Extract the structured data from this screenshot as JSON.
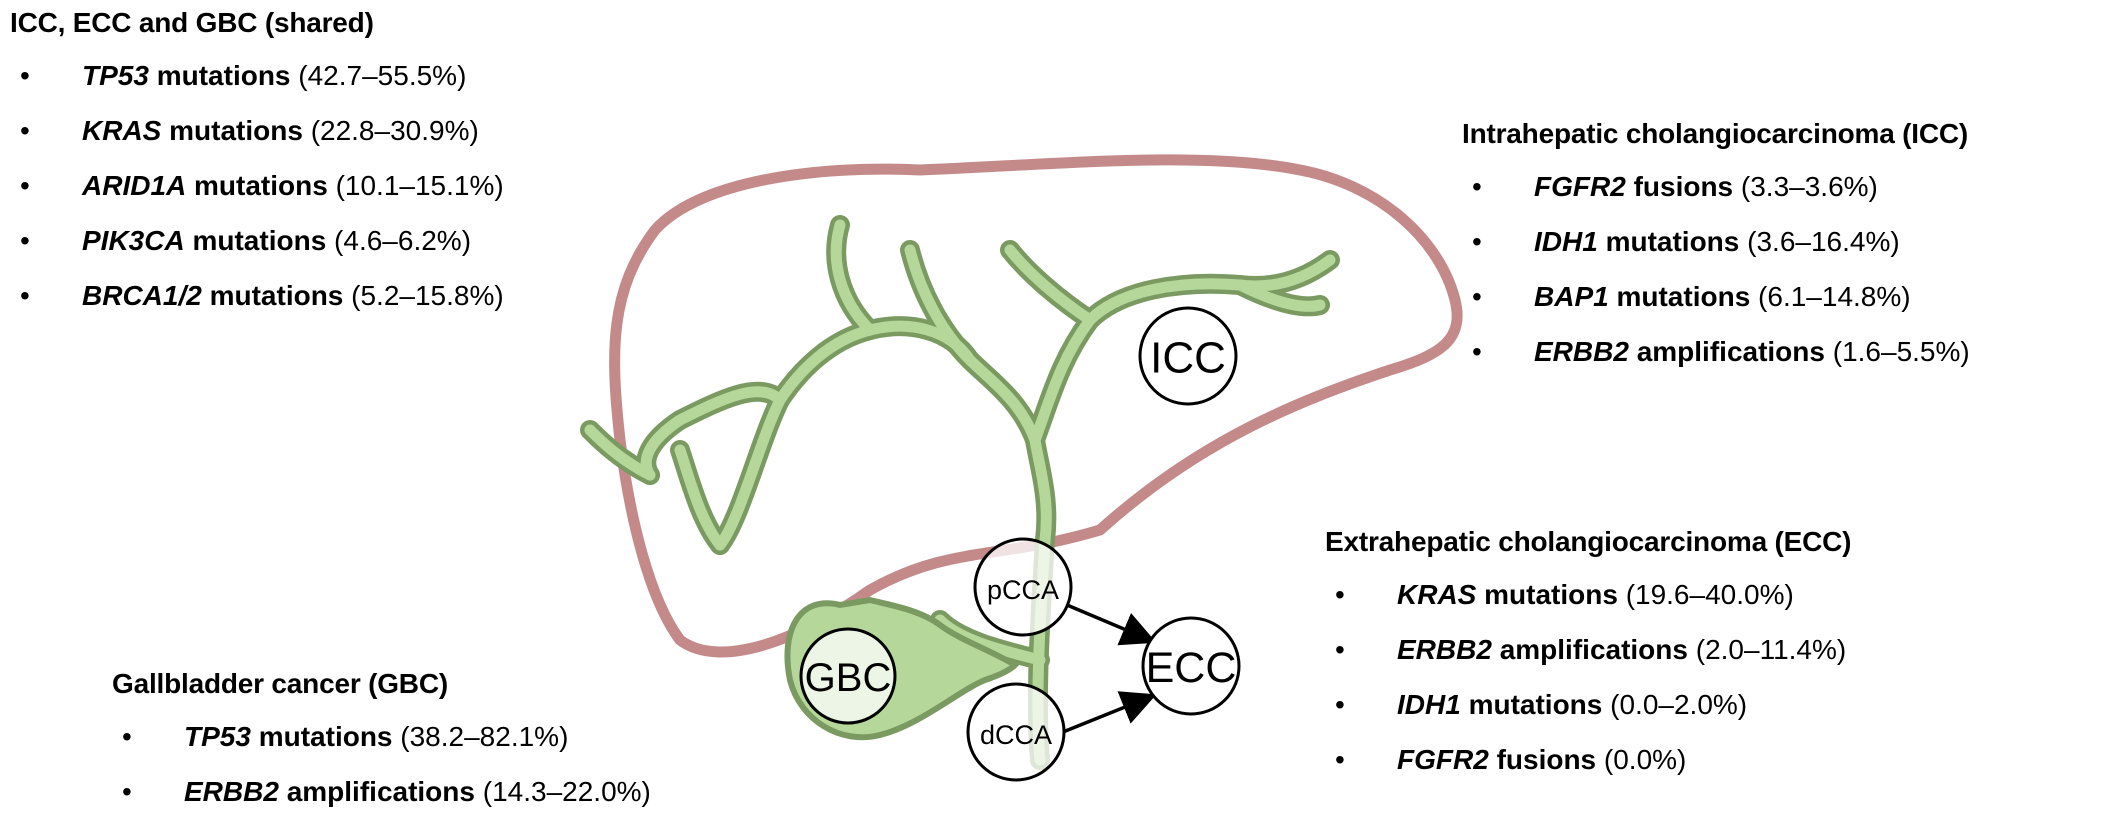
{
  "colors": {
    "liver_outline": "#c48a8a",
    "duct_fill": "#b5d89a",
    "duct_outline": "#7a9a62",
    "node_fill_translucent": "#f4f7ef",
    "text": "#000000"
  },
  "panels": {
    "shared": {
      "title": "ICC, ECC and GBC (shared)",
      "items": [
        {
          "gene": "TP53",
          "alteration": "mutations",
          "range": "(42.7–55.5%)"
        },
        {
          "gene": "KRAS",
          "alteration": "mutations",
          "range": "(22.8–30.9%)"
        },
        {
          "gene": "ARID1A",
          "alteration": "mutations",
          "range": "(10.1–15.1%)"
        },
        {
          "gene": "PIK3CA",
          "alteration": "mutations",
          "range": "(4.6–6.2%)"
        },
        {
          "gene": "BRCA1/2",
          "alteration": "mutations",
          "range": "(5.2–15.8%)"
        }
      ]
    },
    "icc": {
      "title": "Intrahepatic cholangiocarcinoma (ICC)",
      "items": [
        {
          "gene": "FGFR2",
          "alteration": "fusions",
          "range": "(3.3–3.6%)"
        },
        {
          "gene": "IDH1",
          "alteration": "mutations",
          "range": "(3.6–16.4%)"
        },
        {
          "gene": "BAP1",
          "alteration": "mutations",
          "range": "(6.1–14.8%)"
        },
        {
          "gene": "ERBB2",
          "alteration": "amplifications",
          "range": "(1.6–5.5%)"
        }
      ]
    },
    "ecc": {
      "title": "Extrahepatic cholangiocarcinoma (ECC)",
      "items": [
        {
          "gene": "KRAS",
          "alteration": "mutations",
          "range": "(19.6–40.0%)"
        },
        {
          "gene": "ERBB2",
          "alteration": "amplifications",
          "range": "(2.0–11.4%)"
        },
        {
          "gene": "IDH1",
          "alteration": "mutations",
          "range": "(0.0–2.0%)"
        },
        {
          "gene": "FGFR2",
          "alteration": "fusions",
          "range": "(0.0%)"
        }
      ]
    },
    "gbc": {
      "title": "Gallbladder cancer (GBC)",
      "items": [
        {
          "gene": "TP53",
          "alteration": "mutations",
          "range": "(38.2–82.1%)"
        },
        {
          "gene": "ERBB2",
          "alteration": "amplifications",
          "range": "(14.3–22.0%)"
        }
      ]
    }
  },
  "bullet": "•",
  "nodes": {
    "icc": "ICC",
    "gbc": "GBC",
    "pcca": "pCCA",
    "dcca": "dCCA",
    "ecc": "ECC"
  },
  "edges": [
    {
      "from": "pCCA",
      "to": "ECC"
    },
    {
      "from": "dCCA",
      "to": "ECC"
    }
  ]
}
